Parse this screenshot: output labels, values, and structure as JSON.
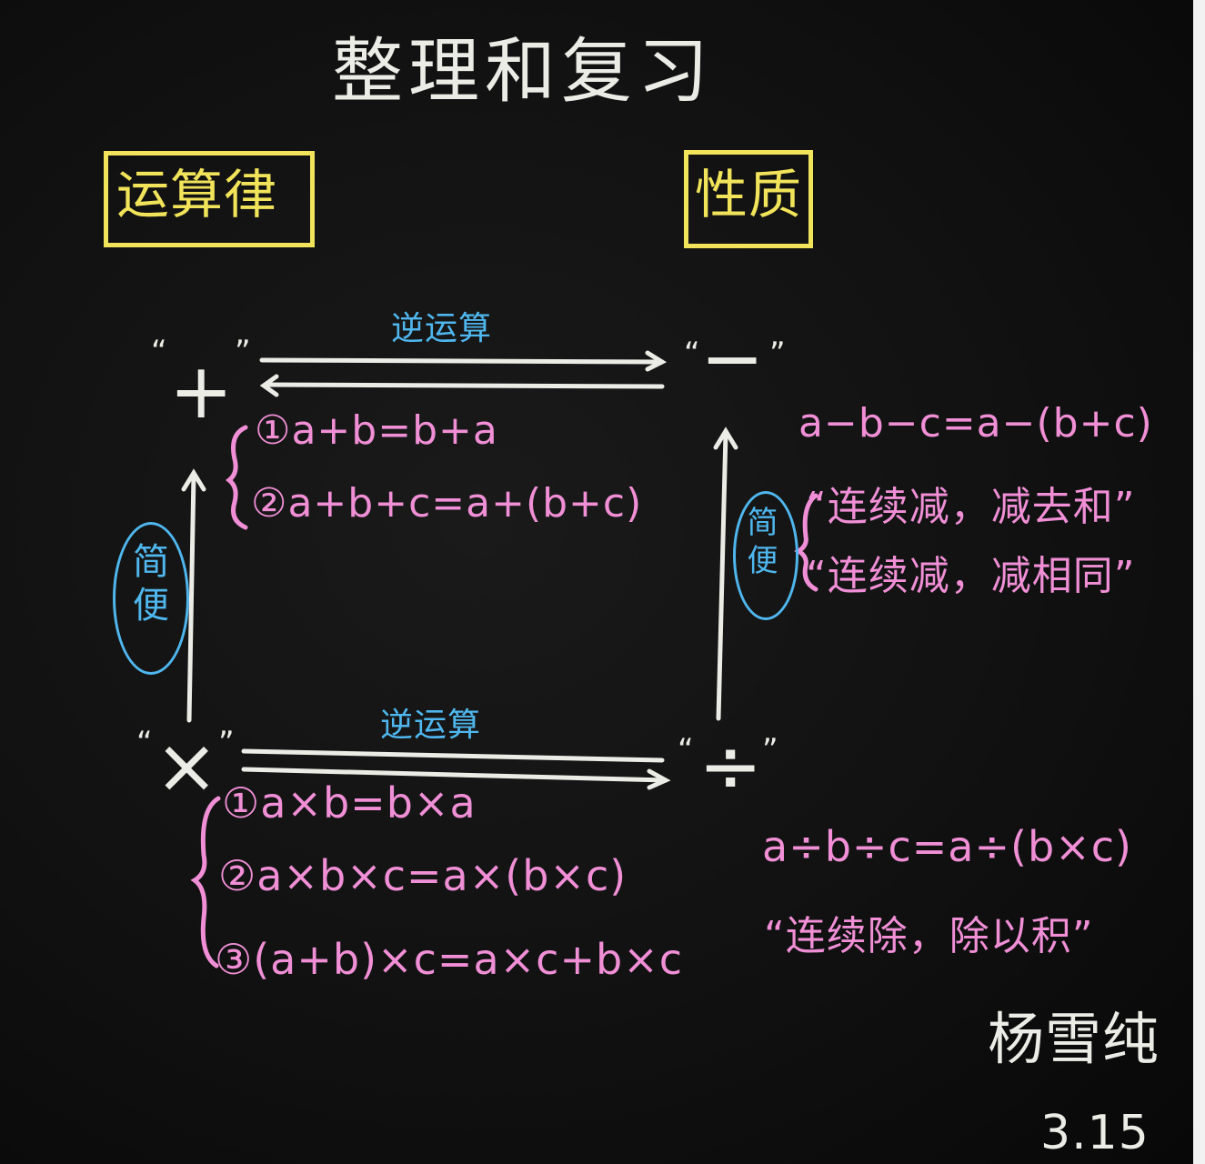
{
  "title": "整理和复习",
  "headers": {
    "left": "运算律",
    "right": "性质"
  },
  "operators": {
    "plus": "+",
    "minus": "−",
    "times": "×",
    "divide": "÷"
  },
  "quote_marks": {
    "open": "“",
    "close": "”"
  },
  "inverse_label_top": "逆运算",
  "inverse_label_bottom": "逆运算",
  "simplify_left": "简便",
  "simplify_right": "简便",
  "addition_laws": [
    "①a+b=b+a",
    "②a+b+c=a+(b+c)"
  ],
  "subtraction": {
    "formula": "a−b−c=a−(b+c)",
    "rules": [
      "“连续减，减去和”",
      "“连续减，减相同”"
    ]
  },
  "multiplication_laws": [
    "①a×b=b×a",
    "②a×b×c=a×(b×c)",
    "③(a+b)×c=a×c+b×c"
  ],
  "division": {
    "formula": "a÷b÷c=a÷(b×c)",
    "rule": "“连续除，除以积”"
  },
  "signature": "杨雪纯",
  "date": "3.15",
  "colors": {
    "chalk_white": "#ecece6",
    "chalk_pink": "#f08fd6",
    "chalk_blue": "#4fb7ee",
    "chalk_yellow": "#f1e35a",
    "board": "#111111"
  }
}
